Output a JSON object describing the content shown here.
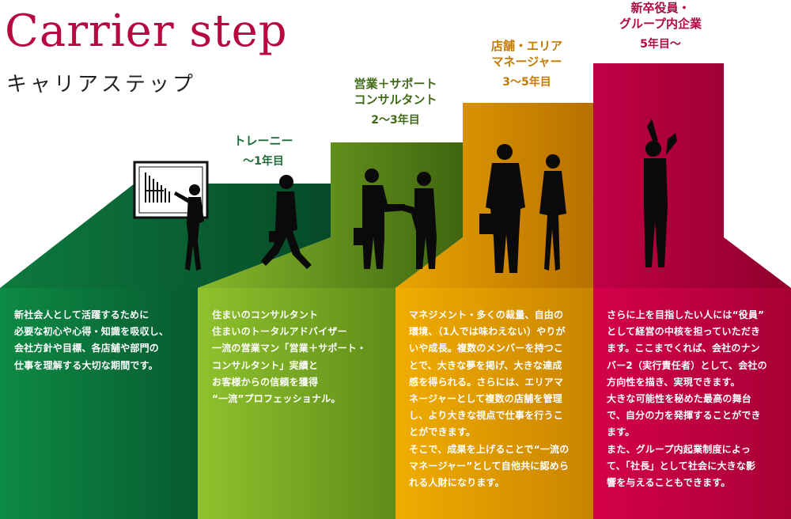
{
  "header": {
    "title": "Carrier step",
    "subtitle": "キャリアステップ"
  },
  "colors": {
    "title": "#b5093f",
    "stage1": "#0b7a3c",
    "stage2": "#7fb228",
    "stage3": "#e8a400",
    "stage4": "#c8003f",
    "label1": "#1f6b3a",
    "label2": "#3f6a16",
    "label3": "#c47a00",
    "label4": "#b0093f"
  },
  "stages": [
    {
      "role": "トレーニー",
      "period": "〜1年目",
      "description": "新社会人として活躍するために\n必要な初心や心得・知識を吸収し、\n会社方針や目標、各店舗や部門の\n仕事を理解する大切な期間です。"
    },
    {
      "role": "営業＋サポート\nコンサルタント",
      "period": "2〜3年目",
      "description": "住まいのコンサルタント\n住まいのトータルアドバイザー\n一流の営業マン「営業＋サポート・\nコンサルタント」実績と\nお客様からの信頼を獲得\n“一流”プロフェッショナル。"
    },
    {
      "role": "店舗・エリア\nマネージャー",
      "period": "3〜5年目",
      "description": "マネジメント・多くの裁量、自由の\n環境、（1人では味わえない）やりが\nいや成長。複数のメンバーを持つこ\nとで、大きな夢を掲げ、大きな達成\n感を得られる。さらには、エリアマ\nネージャーとして複数の店舗を管理\nし、より大きな視点で仕事を行うこ\nとができます。\nそこで、成果を上げることで“一流の\nマネージャー”として自他共に認めら\nれる人財になります。"
    },
    {
      "role": "新卒役員・\nグループ内企業",
      "period": "5年目〜",
      "description": "さらに上を目指したい人には“役員”\nとして経営の中核を担っていただき\nます。ここまでくれば、会社のナン\nバー2（実行責任者）として、会社の\n方向性を描き、実現できます。\n大きな可能性を秘めた最高の舞台\nで、自分の力を発揮することができ\nます。\nまた、グループ内起業制度によっ\nて、「社長」として社会に大きな影\n響を与えることもできます。"
    }
  ]
}
